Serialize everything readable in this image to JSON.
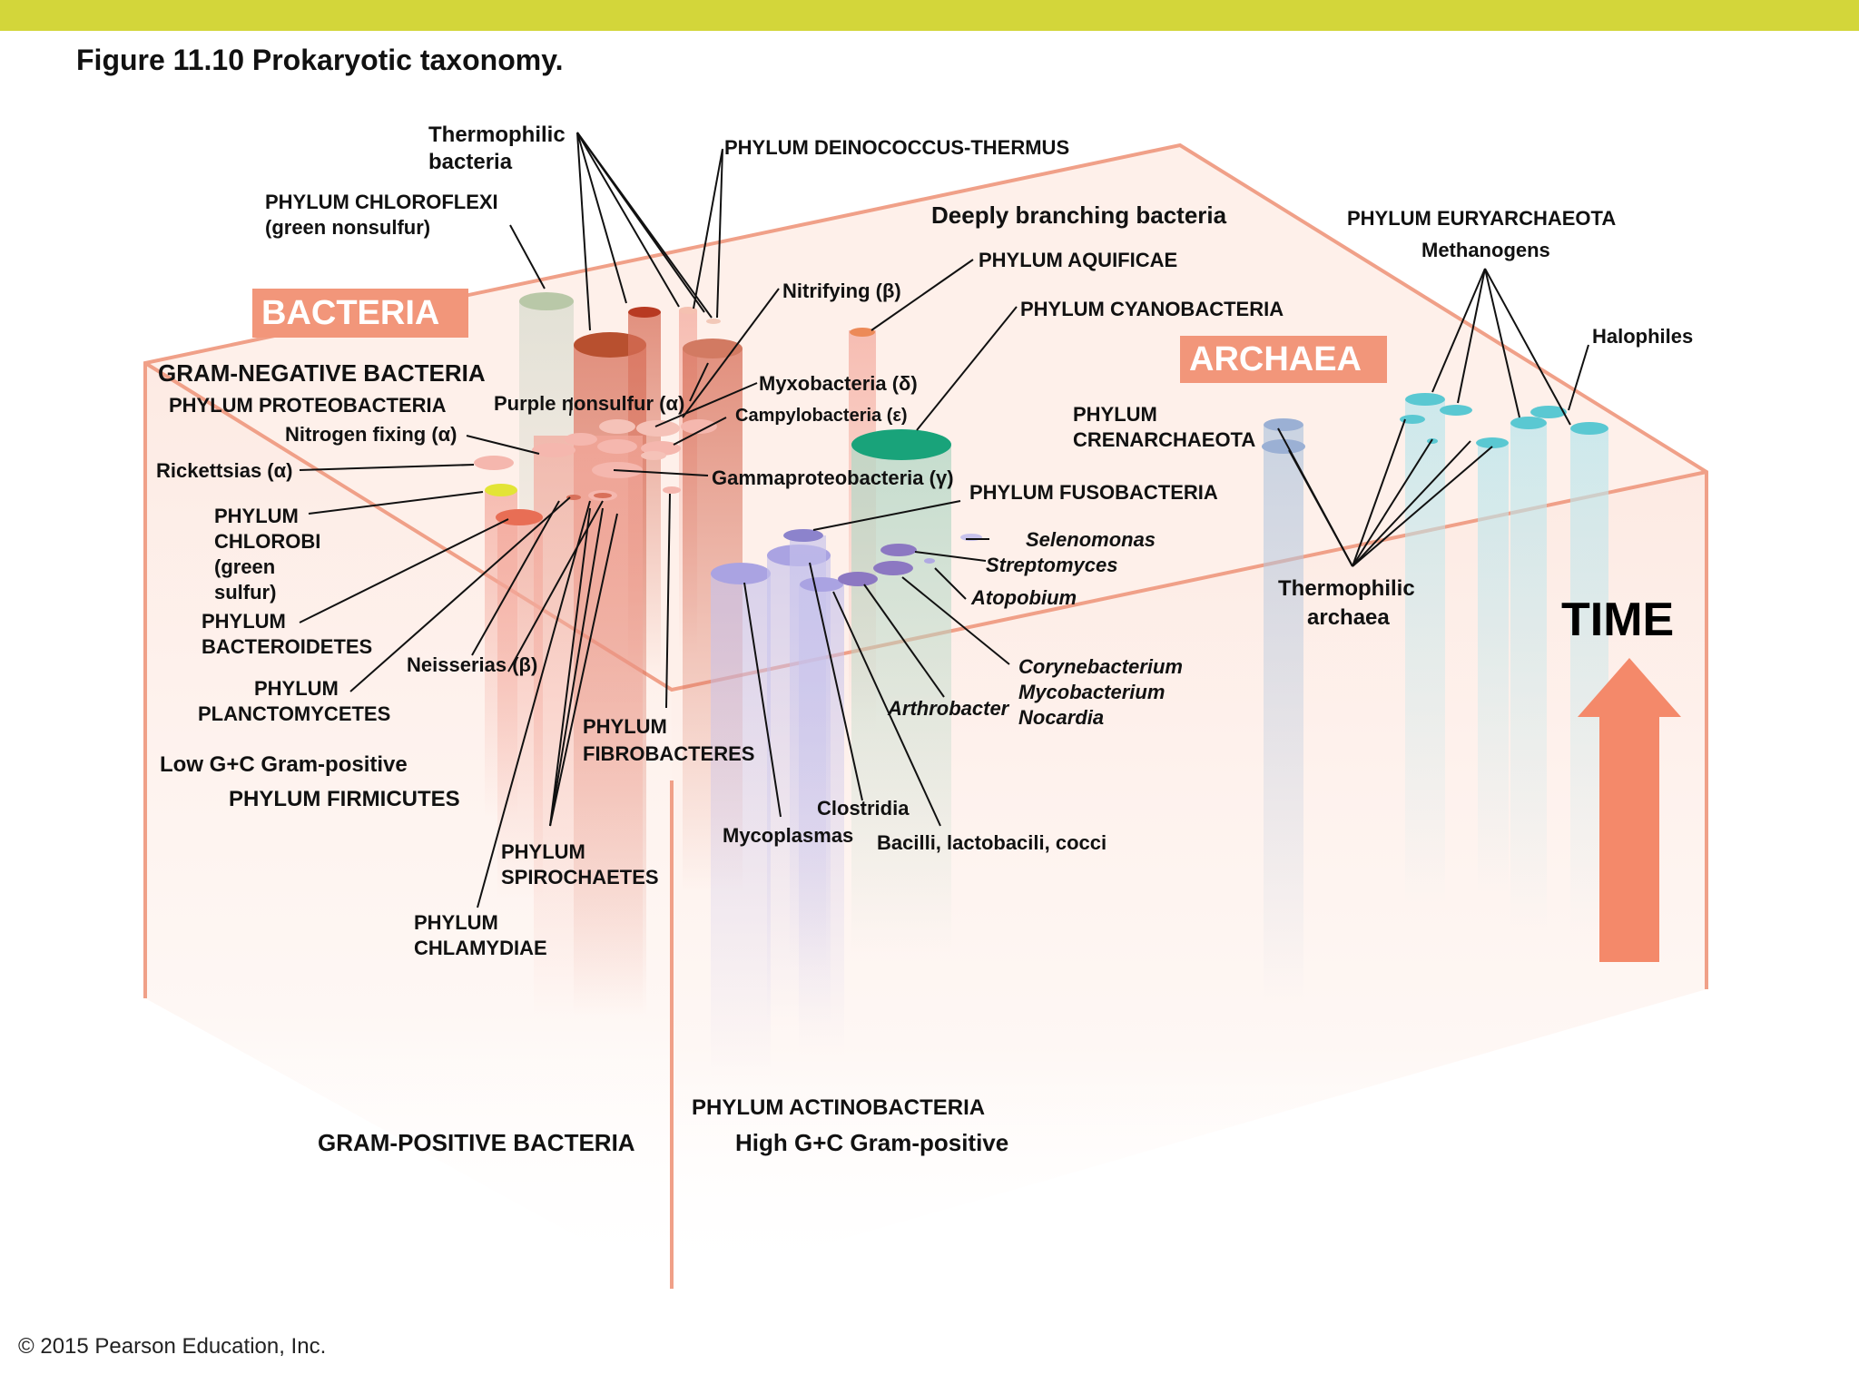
{
  "figure": {
    "title": "Figure 11.10  Prokaryotic taxonomy.",
    "copyright": "© 2015 Pearson Education, Inc."
  },
  "domains": {
    "bacteria": "BACTERIA",
    "archaea": "ARCHAEA"
  },
  "axis": {
    "time": "TIME"
  },
  "groups": {
    "gram_negative": "GRAM-NEGATIVE BACTERIA",
    "proteobacteria": "PHYLUM PROTEOBACTERIA",
    "low_gc": "Low G+C Gram-positive",
    "firmicutes": "PHYLUM FIRMICUTES",
    "gram_positive": "GRAM-POSITIVE BACTERIA",
    "actinobacteria": "PHYLUM ACTINOBACTERIA",
    "high_gc": "High G+C Gram-positive",
    "deeply_branching": "Deeply branching bacteria"
  },
  "labels": {
    "thermophilic_bacteria": [
      "Thermophilic",
      "bacteria"
    ],
    "chloroflexi": [
      "PHYLUM CHLOROFLEXI",
      "(green nonsulfur)"
    ],
    "deinococcus": "PHYLUM DEINOCOCCUS-THERMUS",
    "aquificae": "PHYLUM AQUIFICAE",
    "nitrifying": "Nitrifying (β)",
    "cyanobacteria": "PHYLUM CYANOBACTERIA",
    "purple_nonsulfur": "Purple nonsulfur (α)",
    "myxobacteria": "Myxobacteria (δ)",
    "campylobacteria": "Campylobacteria (ε)",
    "nitrogen_fixing": "Nitrogen fixing (α)",
    "rickettsias": "Rickettsias (α)",
    "gammaproteobacteria": "Gammaproteobacteria (γ)",
    "fusobacteria": "PHYLUM FUSOBACTERIA",
    "chlorobi": [
      "PHYLUM",
      "CHLOROBI",
      "(green",
      "sulfur)"
    ],
    "bacteroidetes": [
      "PHYLUM",
      "BACTEROIDETES"
    ],
    "neisserias": "Neisserias (β)",
    "planctomycetes": [
      "PHYLUM",
      "PLANCTOMYCETES"
    ],
    "fibrobacteres": [
      "PHYLUM",
      "FIBROBACTERES"
    ],
    "spirochaetes": [
      "PHYLUM",
      "SPIROCHAETES"
    ],
    "chlamydiae": [
      "PHYLUM",
      "CHLAMYDIAE"
    ],
    "selenomonas": "Selenomonas",
    "streptomyces": "Streptomyces",
    "atopobium": "Atopobium",
    "corynebacterium": [
      "Corynebacterium",
      "Mycobacterium",
      "Nocardia"
    ],
    "arthrobacter": "Arthrobacter",
    "clostridia": "Clostridia",
    "mycoplasmas": "Mycoplasmas",
    "bacilli": "Bacilli, lactobacili, cocci",
    "euryarchaeota": "PHYLUM EURYARCHAEOTA",
    "methanogens": "Methanogens",
    "halophiles": "Halophiles",
    "crenarchaeota": [
      "PHYLUM",
      "CRENARCHAEOTA"
    ],
    "thermophilic_archaea": [
      "Thermophilic",
      "archaea"
    ]
  },
  "colors": {
    "accent_bar": "#d3d63a",
    "domain_box": "#f2967a",
    "box_edge": "#f0a088",
    "time_arrow": "#f4896a",
    "archaea_cyan": "#5ac8d2",
    "actino_purple": "#9c8fd6",
    "cyanobacteria_green": "#19a37a"
  }
}
